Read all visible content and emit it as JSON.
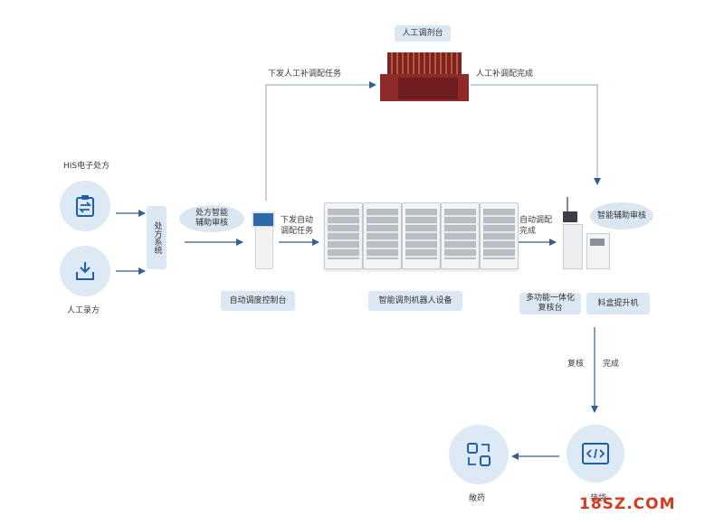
{
  "nodes": {
    "his_label": "HIS电子处方",
    "manual_entry_label": "人工录方",
    "prescription_system": "处方系统",
    "smart_review_bubble": "处方智能\n辅助审核",
    "dispatch_task_label": "下发自动\n调配任务",
    "auto_console_label": "自动调度控制台",
    "robot_device_label": "智能调剂机器人设备",
    "auto_done_label": "自动调配\n完成",
    "aux_review_bubble": "智能辅助审核",
    "recheck_station_label": "多功能一体化\n复核台",
    "lift_label": "料盒提升机",
    "manual_station_label": "人工调剂台",
    "manual_task_label": "下发人工补调配任务",
    "manual_done_label": "人工补调配完成",
    "recheck_text": "复核",
    "complete_text": "完成",
    "bagging_label": "装袋",
    "dispense_label": "敞药"
  },
  "watermark": {
    "text": "18SZ.COM",
    "color": "#d83a1f"
  },
  "colors": {
    "arrow": "#2f5f93",
    "line": "#8aa4c0",
    "accent": "#1e5fa8",
    "box": "#dbe8f4"
  },
  "icons": [
    "clipboard-swap-icon",
    "download-tray-icon",
    "code-window-icon",
    "swap-squares-icon"
  ]
}
